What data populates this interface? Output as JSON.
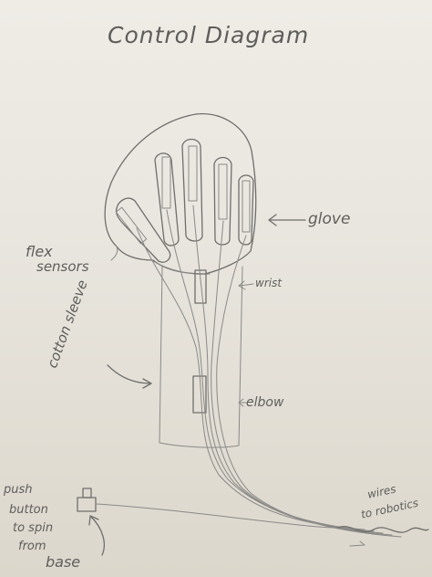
{
  "title": "Control Diagram",
  "labels": {
    "glove": "glove",
    "flex_sensors_line1": "flex",
    "flex_sensors_line2": "sensors",
    "wrist": "wrist",
    "elbow": "elbow",
    "cotton_sleeve": "cotton sleeve",
    "push_button_line1": "push",
    "push_button_line2": "button",
    "push_button_line3": "to spin",
    "push_button_line4": "from",
    "push_button_line5": "base",
    "wires_line1": "wires",
    "wires_line2": "to robotics"
  },
  "colors": {
    "paper": "#efece6",
    "pencil": "#6f6e6c"
  }
}
